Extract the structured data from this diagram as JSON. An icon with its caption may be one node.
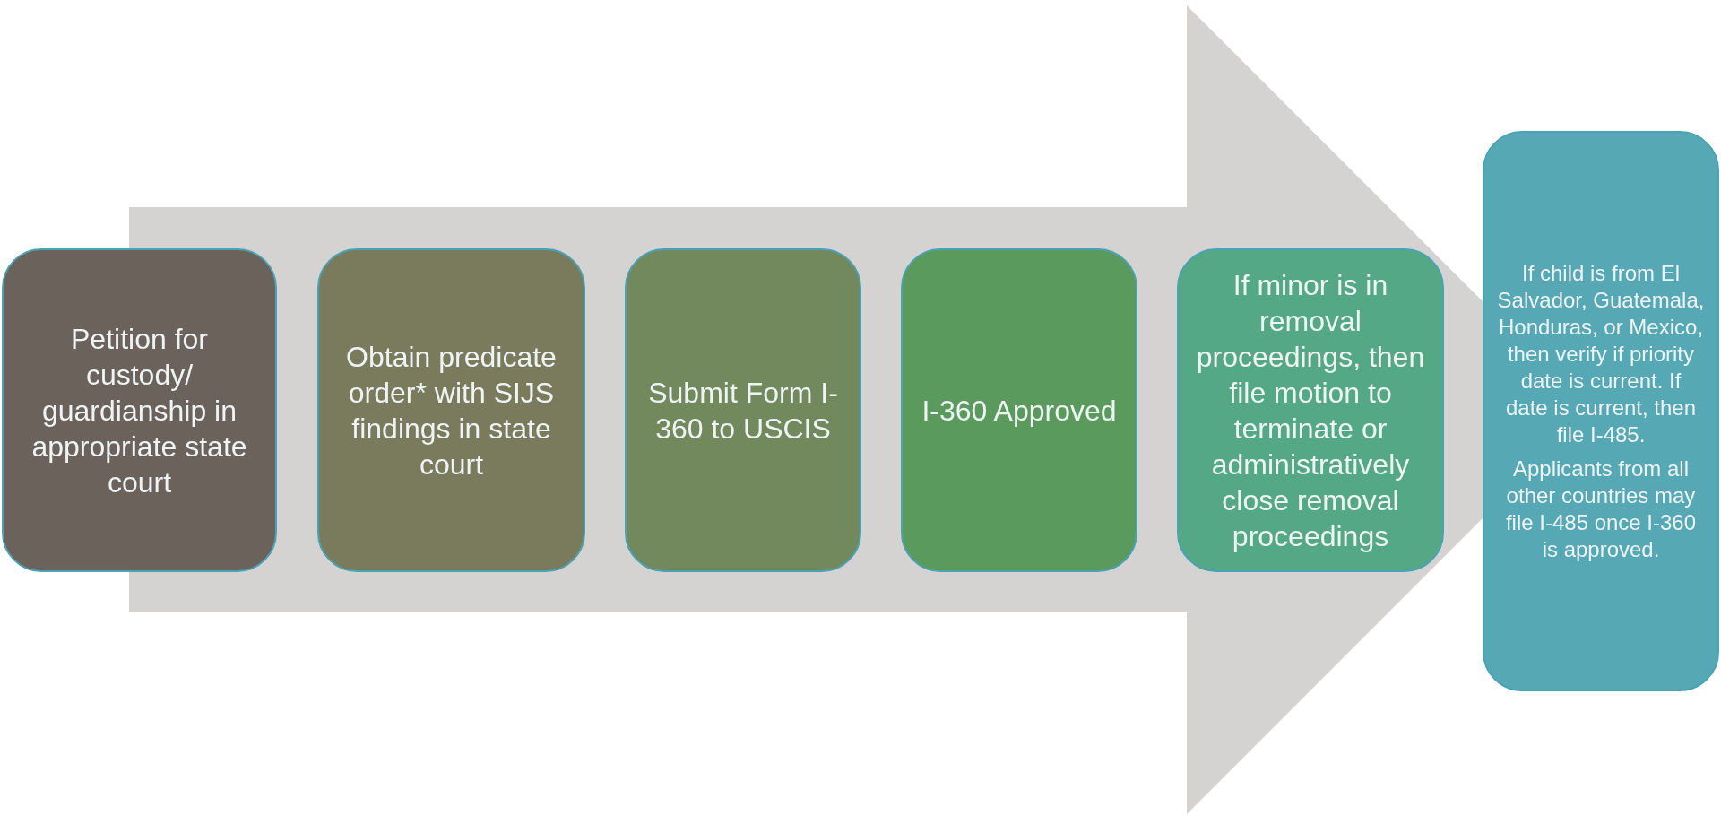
{
  "diagram": {
    "nodes": [
      {
        "text": [
          "Petition for custody/ guardianship in appropriate state court"
        ]
      },
      {
        "text": [
          "Obtain predicate order* with SIJS findings in state court"
        ]
      },
      {
        "text": [
          "Submit Form I-360 to USCIS"
        ]
      },
      {
        "text": [
          "I-360 Approved"
        ]
      },
      {
        "text": [
          "If minor is in removal proceedings, then file motion to terminate or administratively close removal proceedings"
        ]
      },
      {
        "text": [
          "If child is from El Salvador, Guatemala, Honduras, or Mexico, then verify if priority date is current. If date is current, then file I-485.",
          "Applicants from all other countries may file I-485 once I-360 is approved."
        ]
      }
    ],
    "edges": [
      {
        "from": 0,
        "to": 5,
        "arrow": "to"
      }
    ]
  }
}
